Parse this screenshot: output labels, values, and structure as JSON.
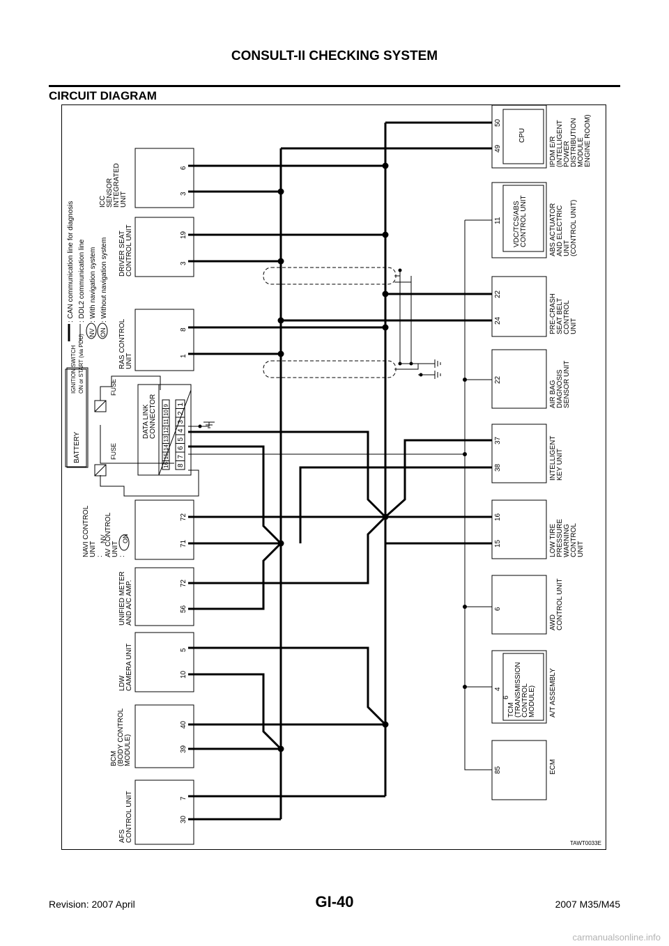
{
  "header": {
    "title": "CONSULT-II CHECKING SYSTEM",
    "section": "CIRCUIT DIAGRAM"
  },
  "footer": {
    "revision": "Revision: 2007 April",
    "page": "GI-40",
    "model": "2007 M35/M45",
    "watermark": "carmanualsonline.info"
  },
  "diagram": {
    "code": "TAWT0033E",
    "legend": {
      "can": ": CAN communication line for diagnosis",
      "ddl": ": DDL2 communication line",
      "nv_tag": "NV",
      "nv_text": ": With navigation system",
      "on_tag": "ON",
      "on_text": ": Without navigation system"
    },
    "power": {
      "battery": "BATTERY",
      "ignition_line1": "IGNITION SWITCH",
      "ignition_line2": "ON or START (via PDU)",
      "fuse_battery": "FUSE",
      "fuse_ignition": "FUSE"
    },
    "dlc": {
      "title_line1": "DATA LINK",
      "title_line2": "CONNECTOR",
      "top_pins": [
        "16",
        "15",
        "14",
        "13",
        "12",
        "11",
        "10",
        "9"
      ],
      "bottom_pins": [
        "8",
        "7",
        "6",
        "5",
        "4",
        "3",
        "2",
        "1"
      ]
    },
    "left_units": [
      {
        "id": "icc",
        "lines": [
          "ICC",
          "SENSOR",
          "INTEGRATED",
          "UNIT"
        ],
        "pin_a": "3",
        "pin_b": "6"
      },
      {
        "id": "driver_seat",
        "lines": [
          "DRIVER SEAT",
          "CONTROL UNIT"
        ],
        "pin_a": "3",
        "pin_b": "19"
      },
      {
        "id": "ras",
        "lines": [
          "RAS CONTROL",
          "UNIT"
        ],
        "pin_a": "1",
        "pin_b": "8"
      },
      {
        "id": "navi",
        "lines": [
          "NAVI CONTROL",
          "UNIT",
          ":"
        ],
        "lines2": [
          "AV CONTROL",
          "UNIT",
          ":"
        ],
        "pin_a": "71",
        "pin_b": "72"
      },
      {
        "id": "meter",
        "lines": [
          "UNIFIED METER",
          "AND A/C AMP."
        ],
        "pin_a": "56",
        "pin_b": "72"
      },
      {
        "id": "ldw",
        "lines": [
          "LDW",
          "CAMERA UNIT"
        ],
        "pin_a": "10",
        "pin_b": "5"
      },
      {
        "id": "bcm",
        "lines": [
          "BCM",
          "(BODY CONTROL",
          "MODULE)"
        ],
        "pin_a": "39",
        "pin_b": "40"
      },
      {
        "id": "afs",
        "lines": [
          "AFS",
          "CONTROL UNIT"
        ],
        "pin_a": "30",
        "pin_b": "7"
      }
    ],
    "right_units": [
      {
        "id": "ipdm",
        "inner": [
          "CPU"
        ],
        "lines": [
          "IPDM E/R",
          "(INTELLIGENT",
          "POWER",
          "DISTRIBUTION",
          "MODULE",
          "ENGINE ROOM)"
        ],
        "pin_a": "49",
        "pin_b": "50"
      },
      {
        "id": "abs",
        "inner": [
          "VDC/TCS/ABS",
          "CONTROL UNIT"
        ],
        "lines": [
          "ABS ACTUATOR",
          "AND ELECTRIC",
          "UNIT",
          "(CONTROL UNIT)"
        ],
        "pin_a": "11"
      },
      {
        "id": "precrash",
        "lines": [
          "PRE-CRASH",
          "SEAT BELT",
          "CONTROL",
          "UNIT"
        ],
        "pin_a": "24",
        "pin_b": "22"
      },
      {
        "id": "airbag",
        "lines": [
          "AIR BAG",
          "DIAGNOSIS",
          "SENSOR UNIT"
        ],
        "pin_a": "22"
      },
      {
        "id": "ikey",
        "lines": [
          "INTELLIGENT",
          "KEY UNIT"
        ],
        "pin_a": "38",
        "pin_b": "37"
      },
      {
        "id": "tpms",
        "lines": [
          "LOW TIRE",
          "PRESSURE",
          "WARNING",
          "CONTROL",
          "UNIT"
        ],
        "pin_a": "15",
        "pin_b": "16"
      },
      {
        "id": "awd",
        "lines": [
          "AWD",
          "CONTROL UNIT"
        ],
        "pin_a": "6"
      },
      {
        "id": "at",
        "inner": [
          "TCM",
          "(TRANSMISSION",
          "CONTROL",
          "MODULE)"
        ],
        "lines": [
          "A/T ASSEMBLY"
        ],
        "pin_a": "4",
        "pin_b": "6"
      },
      {
        "id": "ecm",
        "lines": [
          "ECM"
        ],
        "pin_a": "85"
      }
    ]
  }
}
